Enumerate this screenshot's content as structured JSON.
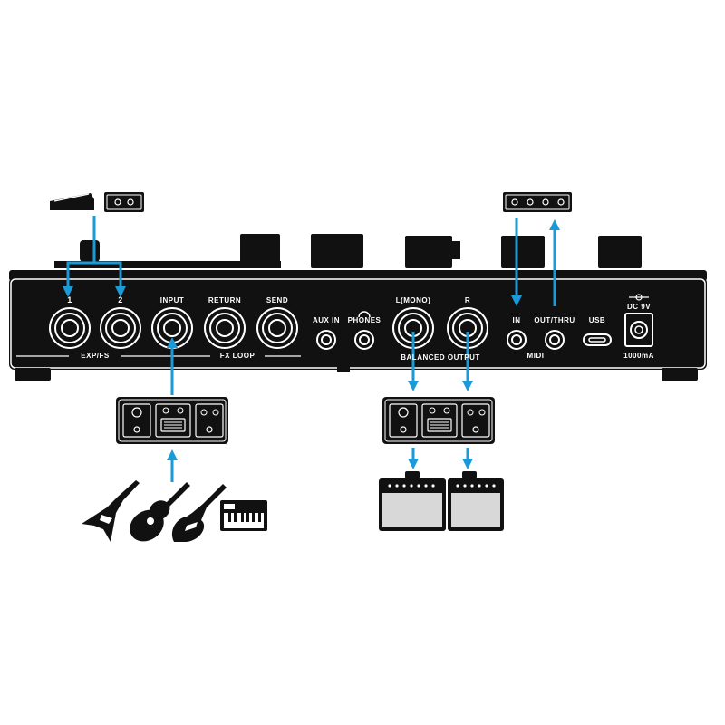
{
  "labels": {
    "exp1": "1",
    "exp2": "2",
    "input": "INPUT",
    "return": "RETURN",
    "send": "SEND",
    "aux_in": "AUX IN",
    "phones": "PHONES",
    "l_mono": "L(MONO)",
    "r": "R",
    "midi_in": "IN",
    "midi_out_thru": "OUT/THRU",
    "usb": "USB",
    "dc": "DC 9V",
    "exp_fs": "EXP/FS",
    "fx_loop": "FX LOOP",
    "balanced_output": "BALANCED OUTPUT",
    "midi": "MIDI",
    "current": "1000mA"
  },
  "colors": {
    "device": "#111111",
    "arrow": "#1a9ad6",
    "outline": "#111111",
    "amp_grille": "#d8d8d8"
  },
  "icons": [
    "expression-pedal-icon",
    "footswitch-icon",
    "midi-controller-icon",
    "pedalboard-icon",
    "electric-guitar-icon",
    "acoustic-guitar-icon",
    "keyboard-icon",
    "amplifier-icon"
  ]
}
